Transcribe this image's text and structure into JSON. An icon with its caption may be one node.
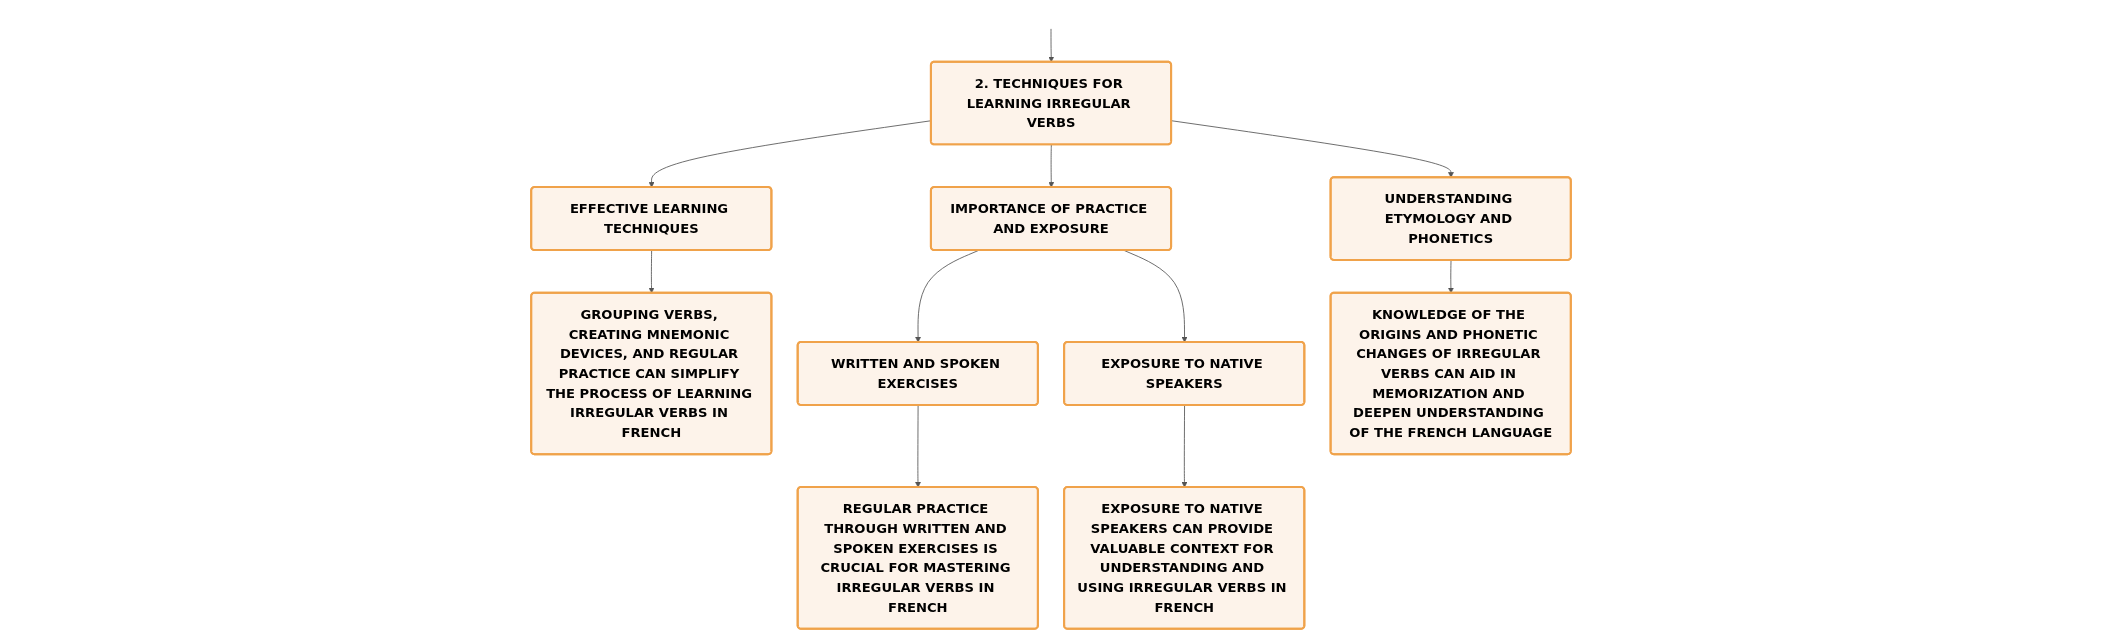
{
  "diagram": {
    "nodes": [
      {
        "text": [
          "2. TECHNIQUES FOR LEARNING IRREGULAR VERBS"
        ]
      },
      {
        "text": [
          "EFFECTIVE LEARNING TECHNIQUES"
        ]
      },
      {
        "text": [
          "GROUPING VERBS, CREATING MNEMONIC DEVICES, AND REGULAR PRACTICE CAN SIMPLIFY THE PROCESS OF LEARNING IRREGULAR VERBS IN FRENCH"
        ]
      },
      {
        "text": [
          "IMPORTANCE OF PRACTICE AND EXPOSURE"
        ]
      },
      {
        "text": [
          "WRITTEN AND SPOKEN EXERCISES"
        ]
      },
      {
        "text": [
          "REGULAR PRACTICE THROUGH WRITTEN AND SPOKEN EXERCISES IS CRUCIAL FOR MASTERING IRREGULAR VERBS IN FRENCH"
        ]
      },
      {
        "text": [
          "EXPOSURE TO NATIVE SPEAKERS"
        ]
      },
      {
        "text": [
          "EXPOSURE TO NATIVE SPEAKERS CAN PROVIDE VALUABLE CONTEXT FOR UNDERSTANDING AND USING IRREGULAR VERBS IN FRENCH"
        ]
      },
      {
        "text": [
          "UNDERSTANDING ETYMOLOGY AND PHONETICS"
        ]
      },
      {
        "text": [
          "KNOWLEDGE OF THE ORIGINS AND PHONETIC CHANGES OF IRREGULAR VERBS CAN AID IN MEMORIZATION AND DEEPEN UNDERSTANDING OF THE FRENCH LANGUAGE"
        ]
      }
    ],
    "edges": [
      {
        "from": null,
        "to": 0,
        "arrow": "to"
      },
      {
        "from": 0,
        "to": 1,
        "arrow": "to"
      },
      {
        "from": 1,
        "to": 2,
        "arrow": "to"
      },
      {
        "from": 0,
        "to": 3,
        "arrow": "to"
      },
      {
        "from": 3,
        "to": 4,
        "arrow": "to"
      },
      {
        "from": 4,
        "to": 5,
        "arrow": "to"
      },
      {
        "from": 3,
        "to": 6,
        "arrow": "to"
      },
      {
        "from": 6,
        "to": 7,
        "arrow": "to"
      },
      {
        "from": 0,
        "to": 8,
        "arrow": "to"
      },
      {
        "from": 8,
        "to": 9,
        "arrow": "to"
      }
    ]
  }
}
